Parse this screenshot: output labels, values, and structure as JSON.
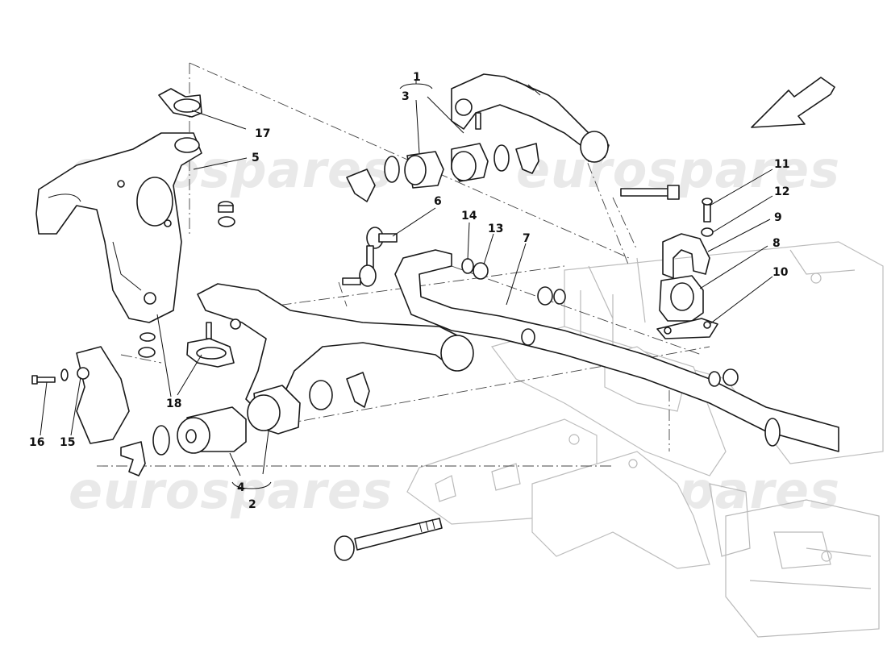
{
  "watermark": {
    "text": "eurospares"
  },
  "callouts": {
    "c1": "1",
    "c2": "2",
    "c3": "3",
    "c4": "4",
    "c5": "5",
    "c6": "6",
    "c7": "7",
    "c8": "8",
    "c9": "9",
    "c10": "10",
    "c11": "11",
    "c12": "12",
    "c13": "13",
    "c14": "14",
    "c15": "15",
    "c16": "16",
    "c17": "17",
    "c18": "18"
  },
  "icons": {
    "direction": "arrow-pointing-front-left-icon"
  }
}
